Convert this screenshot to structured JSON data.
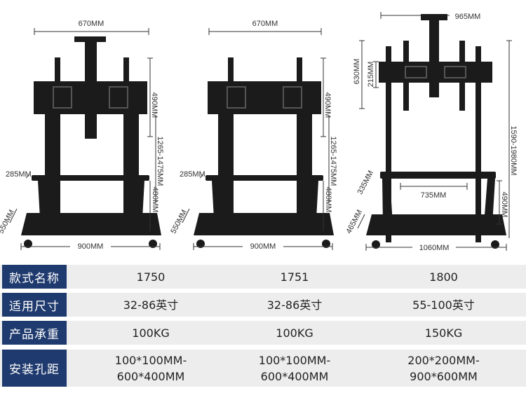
{
  "stands": [
    {
      "dims": {
        "top_width": "670MM",
        "bracket_height": "490MM",
        "total_height": "1265-1475MM",
        "shelf_depth": "285MM",
        "shelf_height": "480MM",
        "base_depth": "550MM",
        "base_width": "900MM"
      }
    },
    {
      "dims": {
        "top_width": "670MM",
        "bracket_height": "490MM",
        "total_height": "1265-1475MM",
        "shelf_depth": "285MM",
        "shelf_height": "480MM",
        "base_depth": "550MM",
        "base_width": "900MM"
      }
    },
    {
      "dims": {
        "top_width": "965MM",
        "bracket_outer": "630MM",
        "bracket_inner": "215MM",
        "total_height": "1590-1980MM",
        "shelf_depth": "335MM",
        "shelf_width": "735MM",
        "shelf_height": "490MM",
        "base_depth": "465MM",
        "base_width": "1060MM"
      }
    }
  ],
  "table": {
    "rows": [
      {
        "label": "款式名称",
        "values": [
          [
            "1750"
          ],
          [
            "1751"
          ],
          [
            "1800"
          ]
        ]
      },
      {
        "label": "适用尺寸",
        "values": [
          [
            "32-86英寸"
          ],
          [
            "32-86英寸"
          ],
          [
            "55-100英寸"
          ]
        ]
      },
      {
        "label": "产品承重",
        "values": [
          [
            "100KG"
          ],
          [
            "100KG"
          ],
          [
            "150KG"
          ]
        ]
      },
      {
        "label": "安装孔距",
        "values": [
          [
            "100*100MM-",
            "600*400MM"
          ],
          [
            "100*100MM-",
            "600*400MM"
          ],
          [
            "200*200MM-",
            "900*600MM"
          ]
        ]
      }
    ]
  },
  "colors": {
    "label_bg": "#1f3a6e",
    "row_bg": "#ededed",
    "stand": "#1b1b1b"
  }
}
